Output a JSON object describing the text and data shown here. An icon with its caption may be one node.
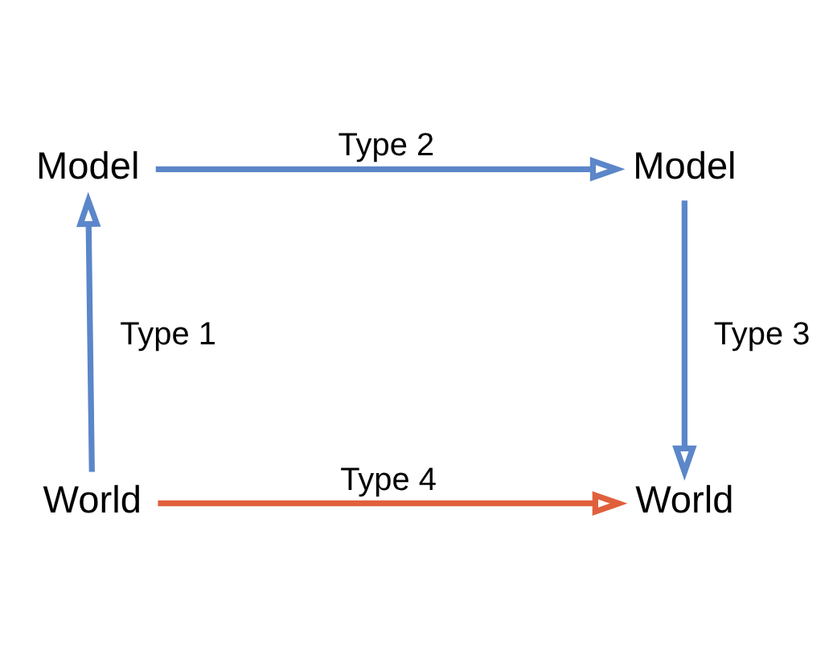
{
  "diagram": {
    "nodes": [
      {
        "text": [
          "Model"
        ]
      },
      {
        "text": [
          "Model"
        ]
      },
      {
        "text": [
          "World"
        ]
      },
      {
        "text": [
          "World"
        ]
      }
    ],
    "edges": [
      {
        "from": 2,
        "to": 0,
        "arrow": "to",
        "label": "Type 1"
      },
      {
        "from": 0,
        "to": 1,
        "arrow": "to",
        "label": "Type 2"
      },
      {
        "from": 1,
        "to": 3,
        "arrow": "to",
        "label": "Type 3"
      },
      {
        "from": 2,
        "to": 3,
        "arrow": "to",
        "label": "Type 4",
        "color": "#e0603c"
      }
    ]
  }
}
